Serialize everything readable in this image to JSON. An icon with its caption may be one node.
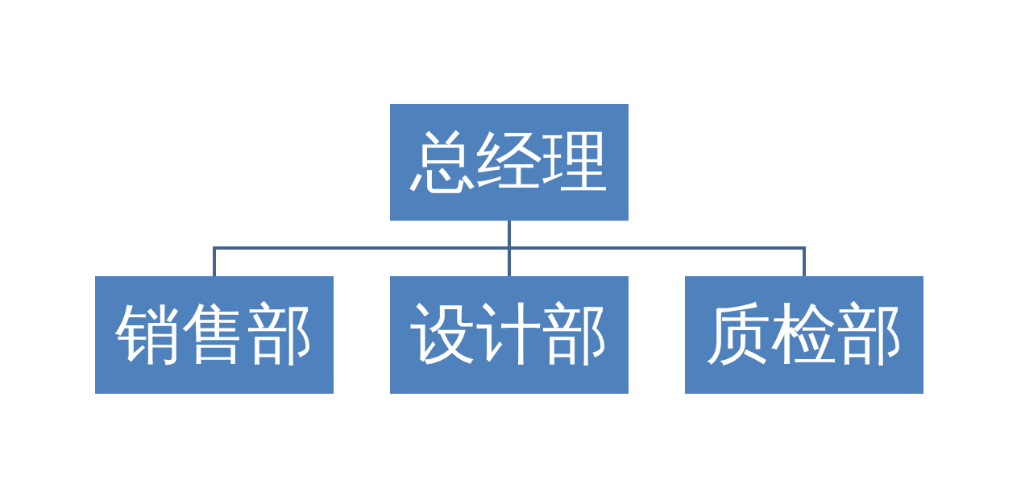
{
  "diagram": {
    "nodes": [
      {
        "text": [
          "总经理"
        ]
      },
      {
        "text": [
          "销售部"
        ]
      },
      {
        "text": [
          "设计部"
        ]
      },
      {
        "text": [
          "质检部"
        ]
      }
    ],
    "edges": [
      {
        "from": 0,
        "to": 1,
        "arrow": "none"
      },
      {
        "from": 0,
        "to": 2,
        "arrow": "none"
      },
      {
        "from": 0,
        "to": 3,
        "arrow": "none"
      }
    ]
  }
}
